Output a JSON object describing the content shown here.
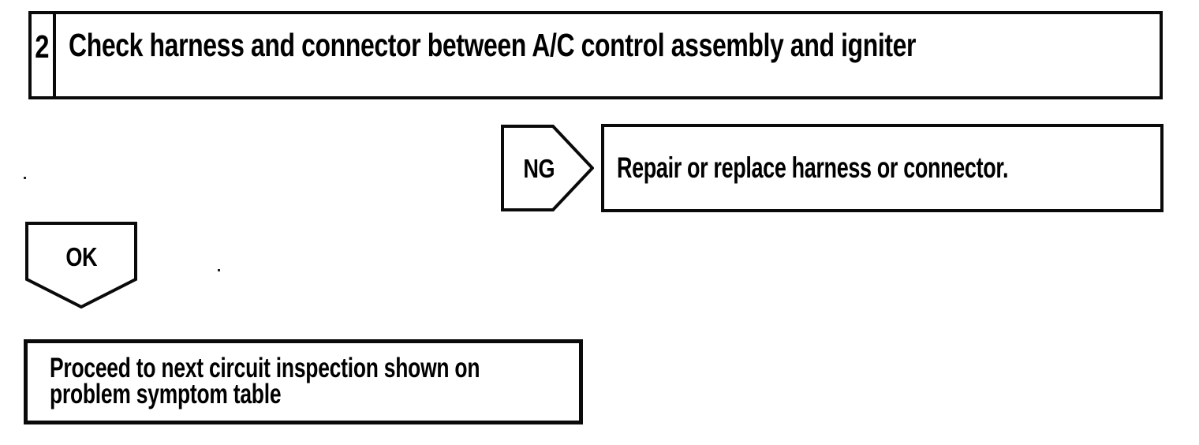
{
  "page": {
    "background": "#ffffff",
    "line_color": "#0a0a0a"
  },
  "step": {
    "number": "2",
    "title": "Check harness and connector between A/C control assembly and igniter"
  },
  "branches": {
    "ng": {
      "label": "NG",
      "result": "Repair or replace harness or connector."
    },
    "ok": {
      "label": "OK",
      "result": "Proceed to next circuit inspection shown on problem symptom table"
    }
  }
}
